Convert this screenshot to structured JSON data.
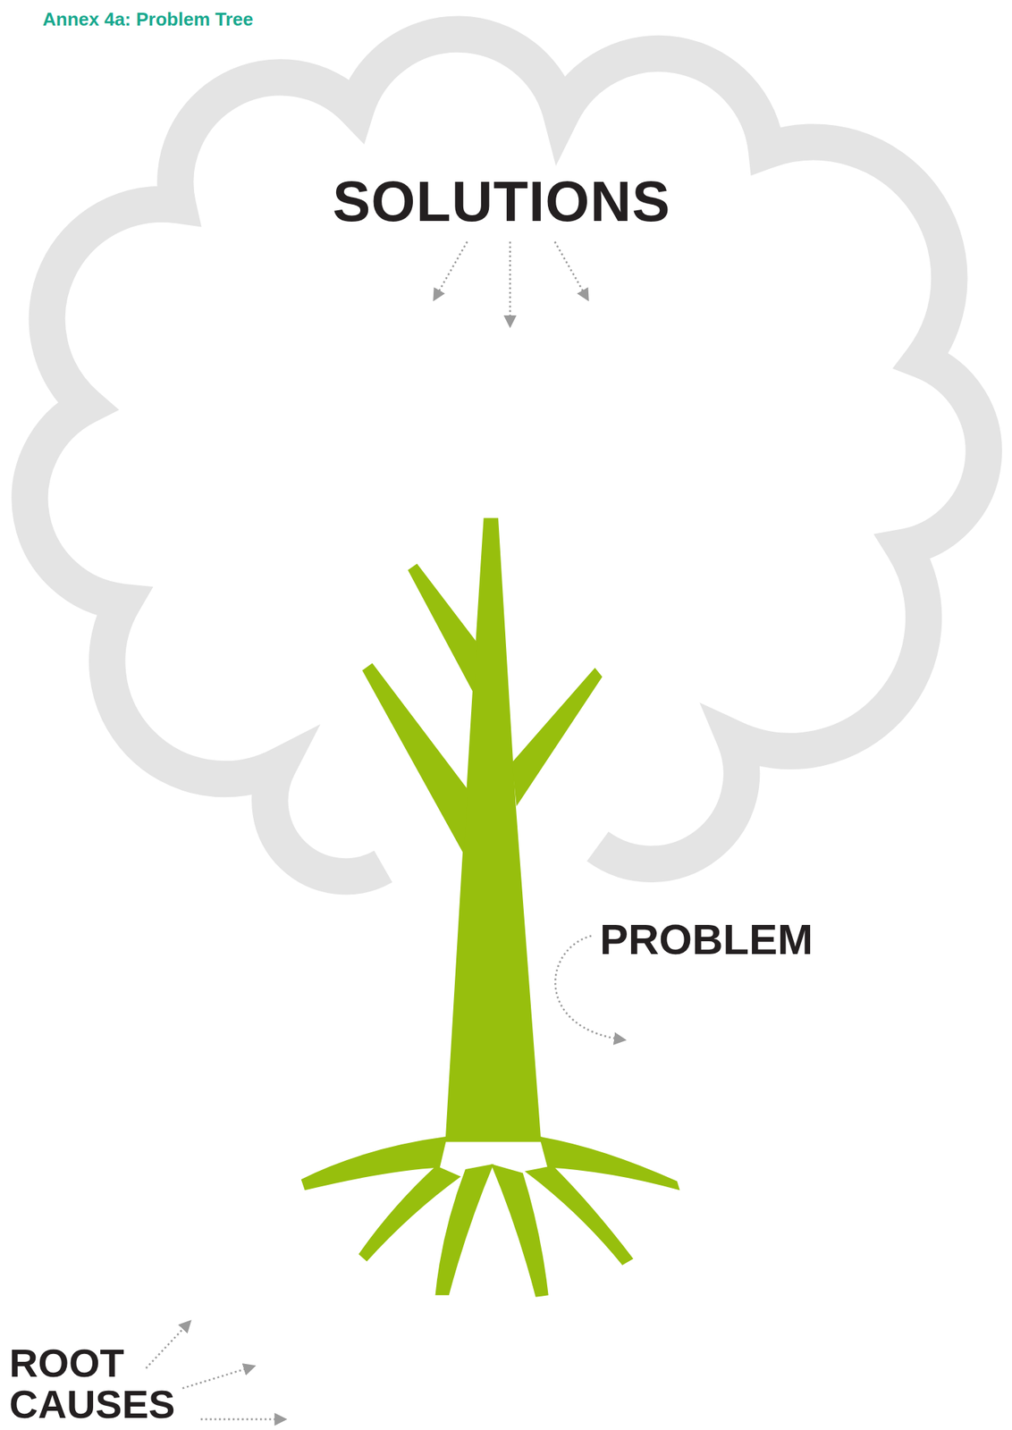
{
  "diagram": {
    "title": "Annex 4a: Problem Tree",
    "nodes": [
      {
        "text": [
          "SOLUTIONS"
        ]
      }
    ],
    "labels": [
      "PROBLEM",
      "ROOT CAUSES"
    ]
  }
}
